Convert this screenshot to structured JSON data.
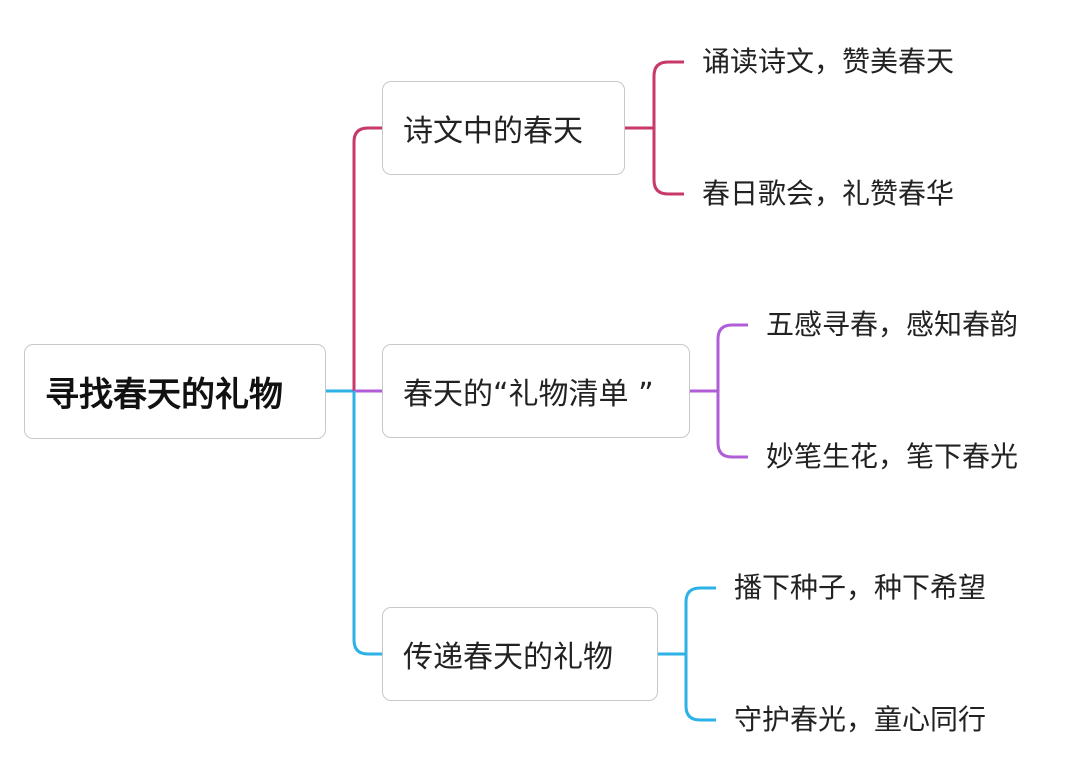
{
  "root": {
    "label": "寻找春天的礼物"
  },
  "branches": [
    {
      "label": "诗文中的春天",
      "color": "#c8386a",
      "children": [
        "诵读诗文，赞美春天",
        "春日歌会，礼赞春华"
      ]
    },
    {
      "label": "春天的“礼物清单 ”",
      "color": "#b05ed8",
      "children": [
        "五感寻春，感知春韵",
        "妙笔生花，笔下春光"
      ]
    },
    {
      "label": "传递春天的礼物",
      "color": "#2cb2e6",
      "children": [
        "播下种子，种下希望",
        "守护春光，童心同行"
      ]
    }
  ]
}
